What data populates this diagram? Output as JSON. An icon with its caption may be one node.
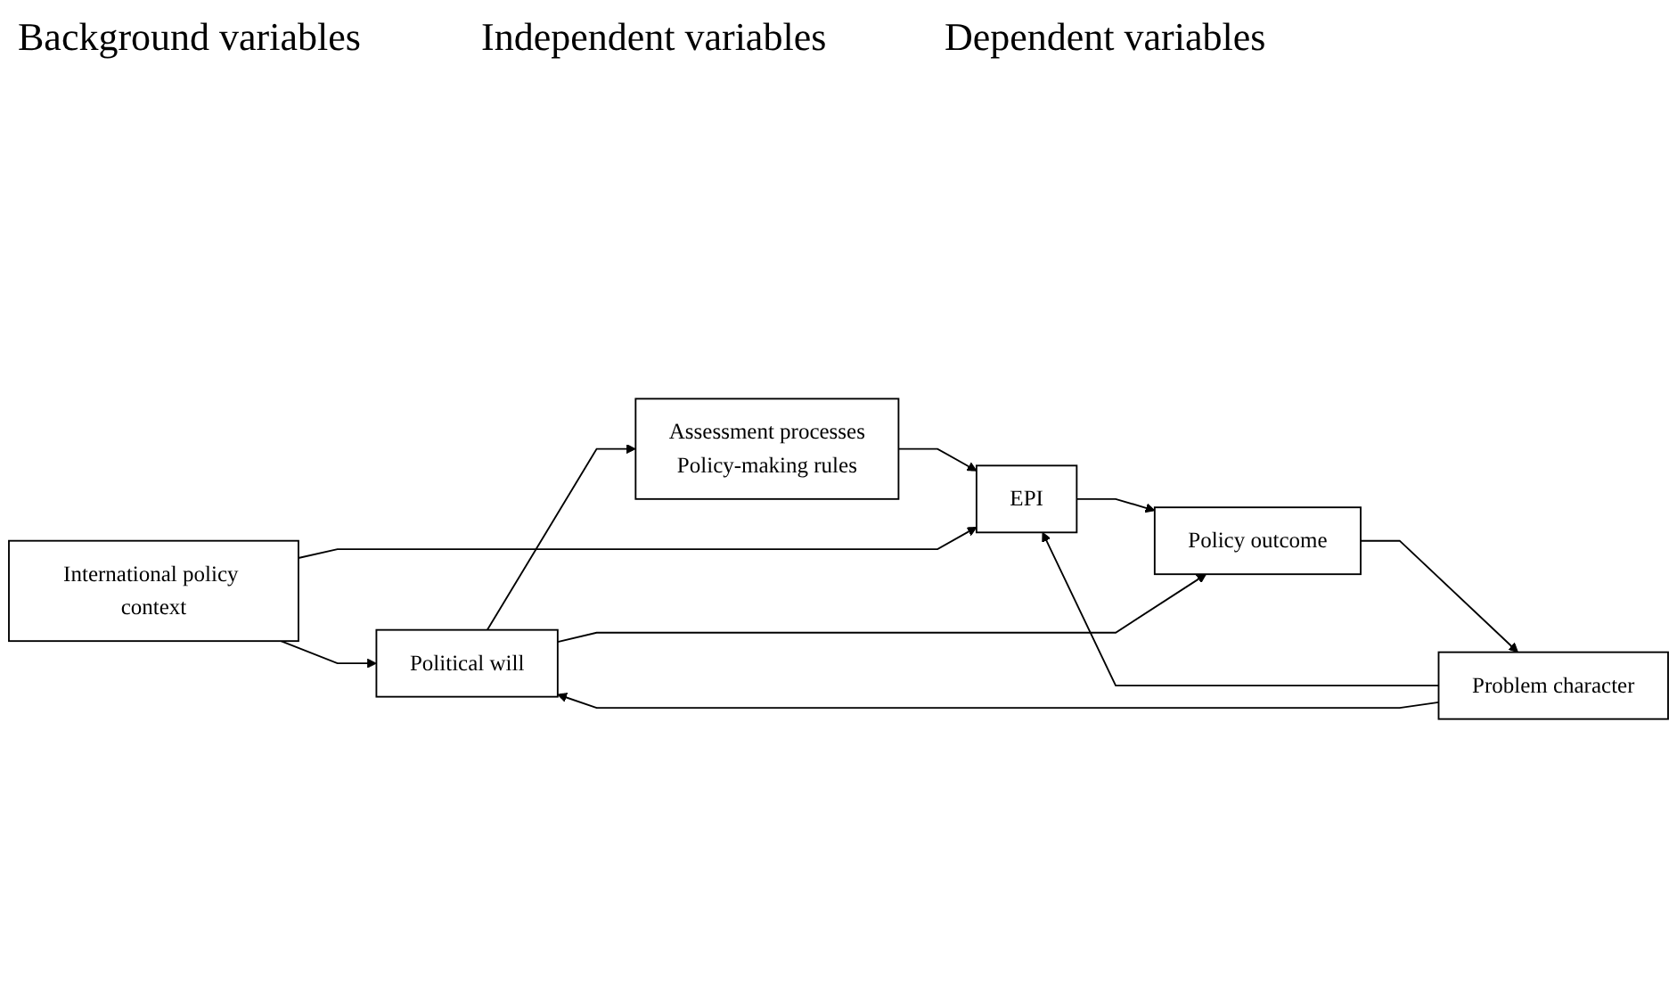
{
  "diagram": {
    "nodes": [
      {
        "text": [
          "Problem character"
        ]
      },
      {
        "text": [
          "Political will"
        ]
      },
      {
        "text": [
          "International policy context"
        ]
      },
      {
        "text": [
          "Assessment processes",
          "Policy-making rules"
        ]
      },
      {
        "text": [
          "EPI"
        ]
      },
      {
        "text": [
          "Policy outcome"
        ]
      }
    ],
    "edges": [
      {
        "from": 0,
        "to": 4,
        "arrow": "to"
      },
      {
        "from": 0,
        "to": 1,
        "arrow": "to"
      },
      {
        "from": 2,
        "to": 1,
        "arrow": "to"
      },
      {
        "from": 1,
        "to": 3,
        "arrow": "to"
      },
      {
        "from": 3,
        "to": 4,
        "arrow": "to"
      },
      {
        "from": 4,
        "to": 5,
        "arrow": "to"
      },
      {
        "from": 1,
        "to": 5,
        "arrow": "to"
      },
      {
        "from": 2,
        "to": 4,
        "arrow": "to"
      },
      {
        "from": 5,
        "to": 0,
        "arrow": "to"
      }
    ],
    "labels": [
      "Background variables",
      "Independent variables",
      "Dependent variables"
    ]
  }
}
